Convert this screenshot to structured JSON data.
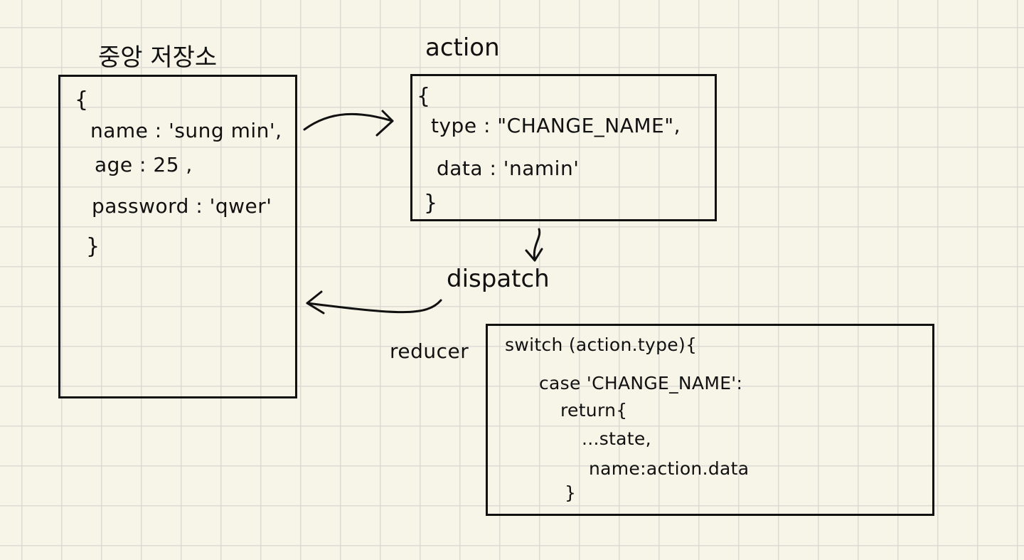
{
  "store": {
    "title": "중앙 저장소",
    "open": "{",
    "lines": [
      "name : 'sung min',",
      "age :  25  ,",
      "password : 'qwer'"
    ],
    "close": "}"
  },
  "action": {
    "title": "action",
    "open": "{",
    "lines": [
      "type : \"CHANGE_NAME\",",
      "data : 'namin'"
    ],
    "close": "}"
  },
  "dispatch_label": "dispatch",
  "reducer": {
    "label": "reducer",
    "lines": [
      "switch (action.type){",
      "case 'CHANGE_NAME':",
      "return{",
      "...state,",
      "name:action.data",
      "}"
    ]
  }
}
